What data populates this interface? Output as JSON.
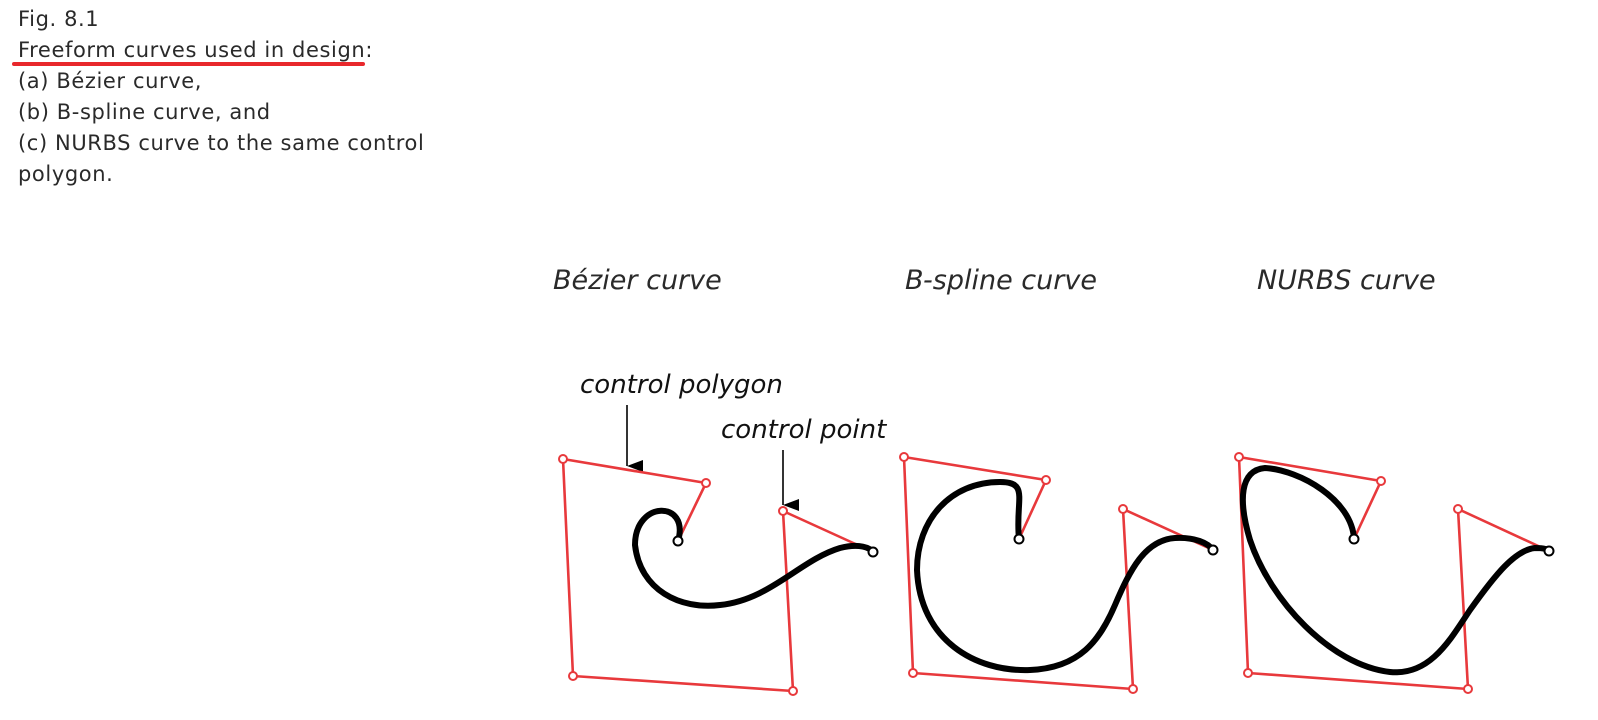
{
  "caption": {
    "fig_label": "Fig. 8.1",
    "title": "Freeform curves used in design",
    "colon": ":",
    "item_a": "(a) Bézier curve,",
    "item_b": "(b) B-spline curve, and",
    "item_c": "(c) NURBS curve to the same control polygon."
  },
  "panels": [
    {
      "title": "Bézier curve"
    },
    {
      "title": "B-spline curve"
    },
    {
      "title": "NURBS curve"
    }
  ],
  "annotations": {
    "control_polygon": "control polygon",
    "control_point": "control point"
  },
  "colors": {
    "control_polygon": "#e8393c",
    "curve": "#000000",
    "highlight_underline": "#e8282c"
  }
}
